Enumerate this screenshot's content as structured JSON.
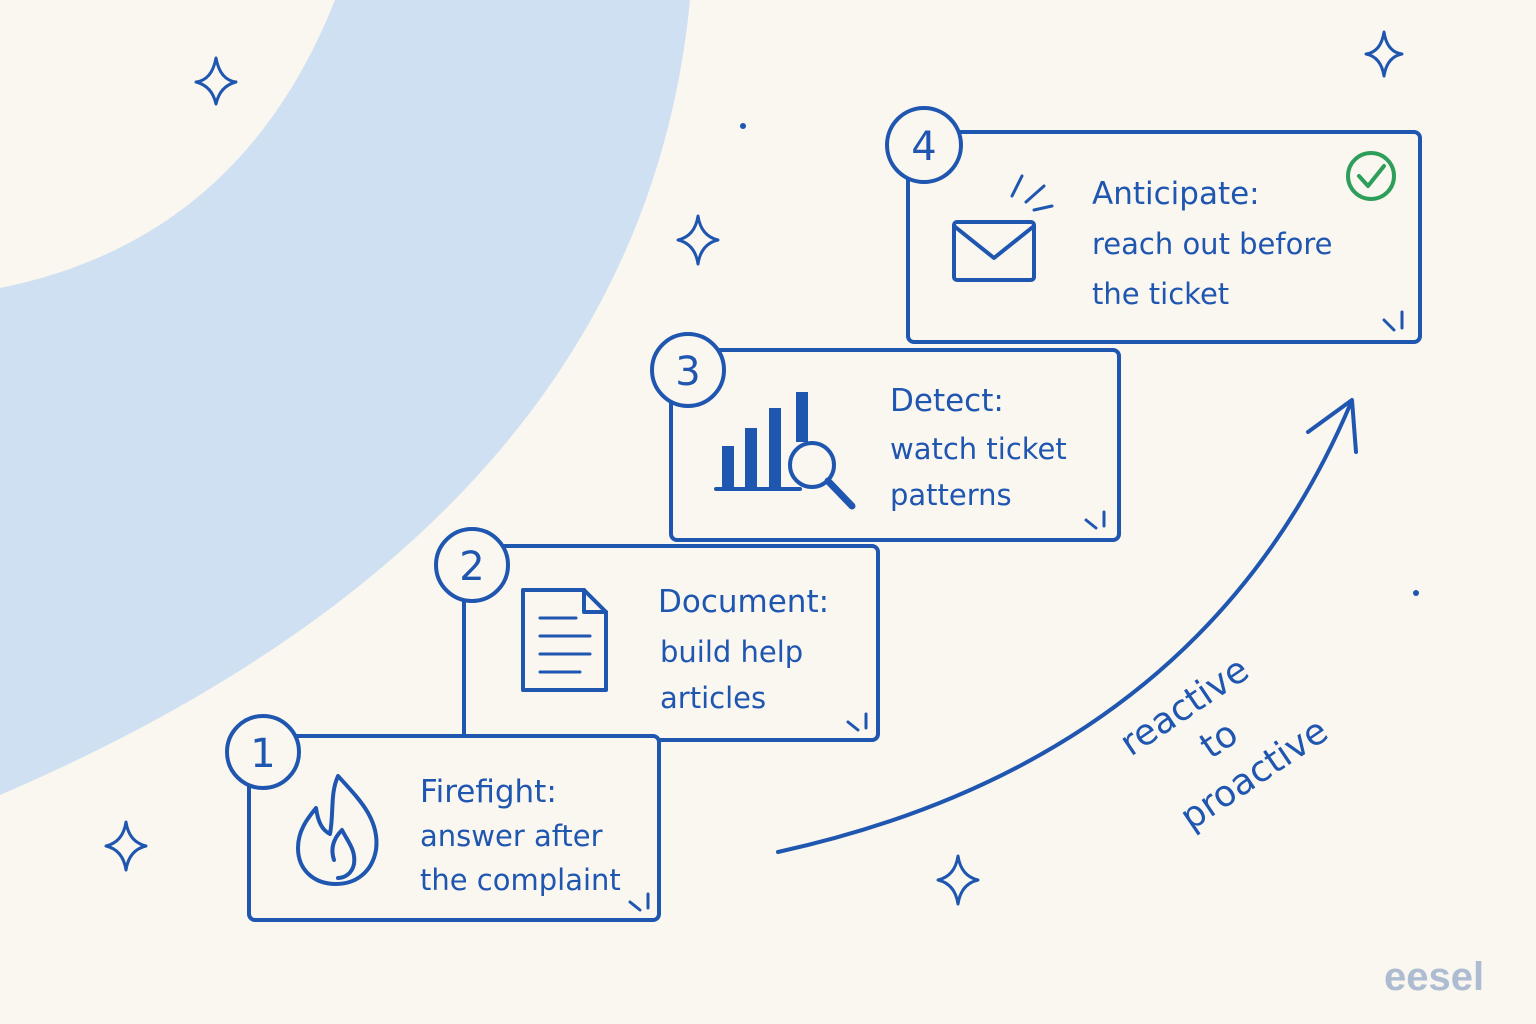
{
  "steps": [
    {
      "number": "1",
      "title": "Firefight:",
      "lines": [
        "answer after",
        "the complaint"
      ],
      "icon": "flame-icon"
    },
    {
      "number": "2",
      "title": "Document:",
      "lines": [
        "build help",
        "articles"
      ],
      "icon": "document-icon"
    },
    {
      "number": "3",
      "title": "Detect:",
      "lines": [
        "watch ticket",
        "patterns"
      ],
      "icon": "bar-chart-magnifier-icon"
    },
    {
      "number": "4",
      "title": "Anticipate:",
      "lines": [
        "reach out before",
        "the ticket"
      ],
      "icon": "envelope-icon"
    }
  ],
  "slogan": [
    "reactive",
    "to",
    "proactive"
  ],
  "brand": "eesel",
  "badge_icon": "check-circle-icon",
  "colors": {
    "ink": "#1f56b0",
    "background": "#faf6f0",
    "arc": "#cfe0f2",
    "check": "#2e9e5b",
    "brand": "#aebcd2"
  }
}
